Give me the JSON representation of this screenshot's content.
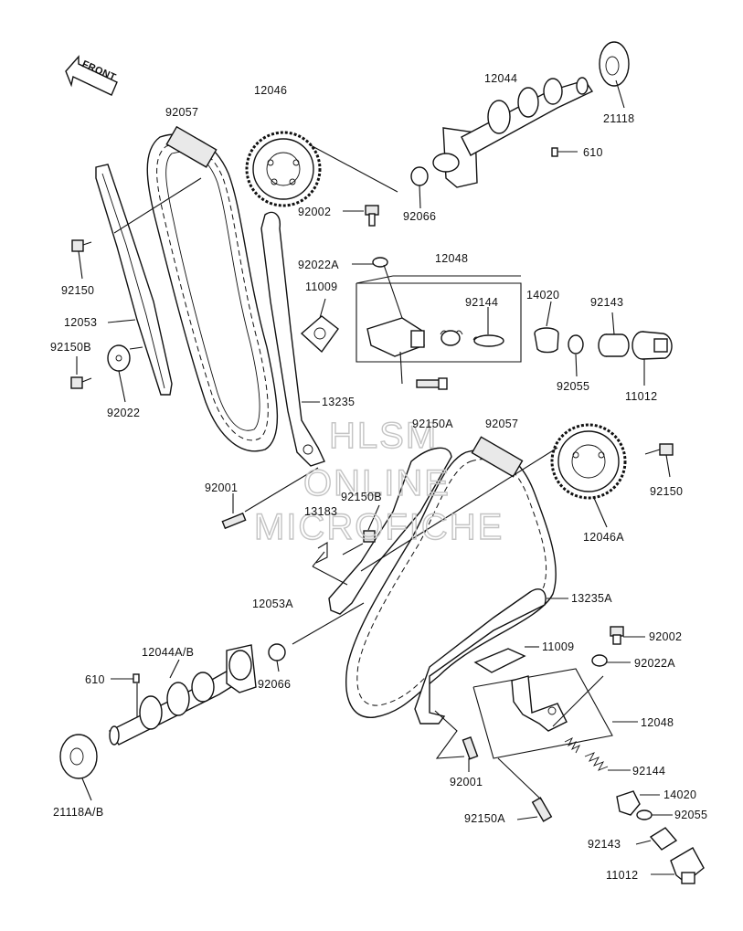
{
  "front_arrow": {
    "label": "FRONT"
  },
  "watermark": {
    "line1": "HLSM",
    "line2": "ONLINE",
    "line3": "MICROFICHE"
  },
  "labels": {
    "l92057a": "92057",
    "l12046": "12046",
    "l12044": "12044",
    "l21118": "21118",
    "l610a": "610",
    "l92066a": "92066",
    "l92002a": "92002",
    "l92022Aa": "92022A",
    "l12048a": "12048",
    "l11009a": "11009",
    "l92144a": "92144",
    "l14020a": "14020",
    "l92143a": "92143",
    "l92055a": "92055",
    "l11012a": "11012",
    "l92150a": "92150",
    "l12053": "12053",
    "l92150B": "92150B",
    "l92022": "92022",
    "l13235": "13235",
    "l92150Aa": "92150A",
    "l92057b": "92057",
    "l92001a": "92001",
    "l92150Bb": "92150B",
    "l13183": "13183",
    "l92150b": "92150",
    "l12046A": "12046A",
    "l12053A": "12053A",
    "l13235A": "13235A",
    "l12044AB": "12044A/B",
    "l610b": "610",
    "l92066b": "92066",
    "l92002b": "92002",
    "l11009b": "11009",
    "l92022Ab": "92022A",
    "l12048b": "12048",
    "l92144b": "92144",
    "l92001b": "92001",
    "l14020b": "14020",
    "l92150Ab": "92150A",
    "l92055b": "92055",
    "l92143b": "92143",
    "l21118AB": "21118A/B",
    "l11012b": "11012"
  },
  "colors": {
    "line": "#111111",
    "watermark": "#c4c4c4",
    "background": "#ffffff"
  }
}
